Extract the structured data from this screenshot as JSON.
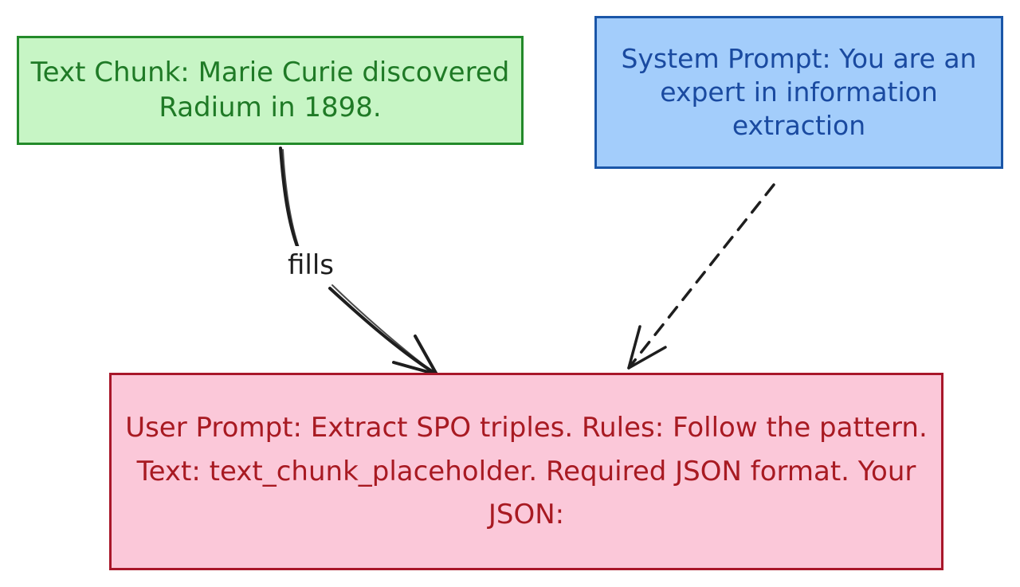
{
  "nodes": {
    "text_chunk": {
      "text": "Text Chunk: Marie Curie discovered Radium in 1898.",
      "fill": "#c7f5c5",
      "stroke": "#238a2a"
    },
    "system_prompt": {
      "text": "System Prompt: You are an expert in information extraction",
      "fill": "#a3cdfb",
      "stroke": "#1a56a8"
    },
    "user_prompt": {
      "text": "User Prompt: Extract SPO triples. Rules: Follow the pattern. Text: text_chunk_placeholder. Required JSON format. Your JSON:",
      "fill": "#fbc8d9",
      "stroke": "#a8172a"
    }
  },
  "edges": [
    {
      "from": "text_chunk",
      "to": "user_prompt",
      "label": "fills",
      "style": "solid"
    },
    {
      "from": "system_prompt",
      "to": "user_prompt",
      "label": "",
      "style": "dashed"
    }
  ]
}
